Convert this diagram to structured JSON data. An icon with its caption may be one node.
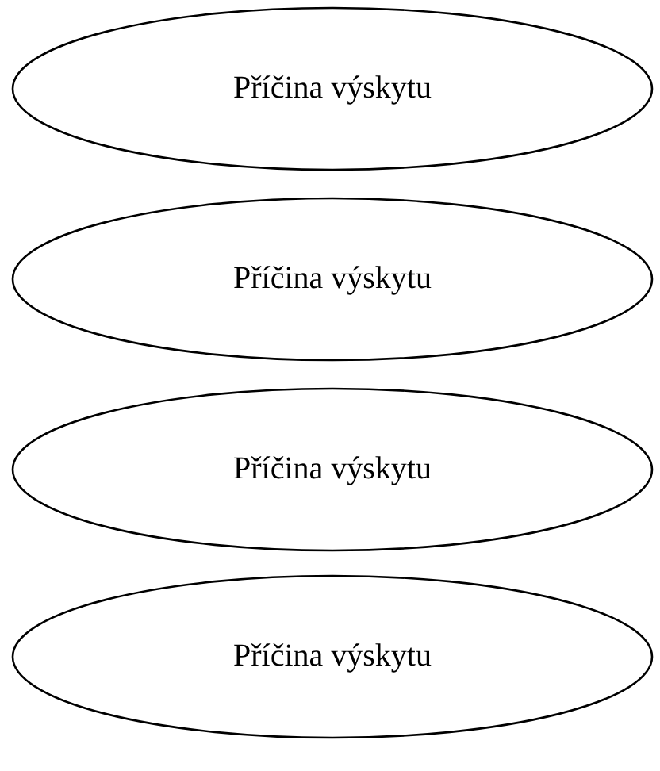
{
  "diagram": {
    "nodes": [
      {
        "text": [
          "Příčina výskytu"
        ]
      },
      {
        "text": [
          "Příčina výskytu"
        ]
      },
      {
        "text": [
          "Příčina výskytu"
        ]
      },
      {
        "text": [
          "Příčina výskytu"
        ]
      }
    ]
  }
}
